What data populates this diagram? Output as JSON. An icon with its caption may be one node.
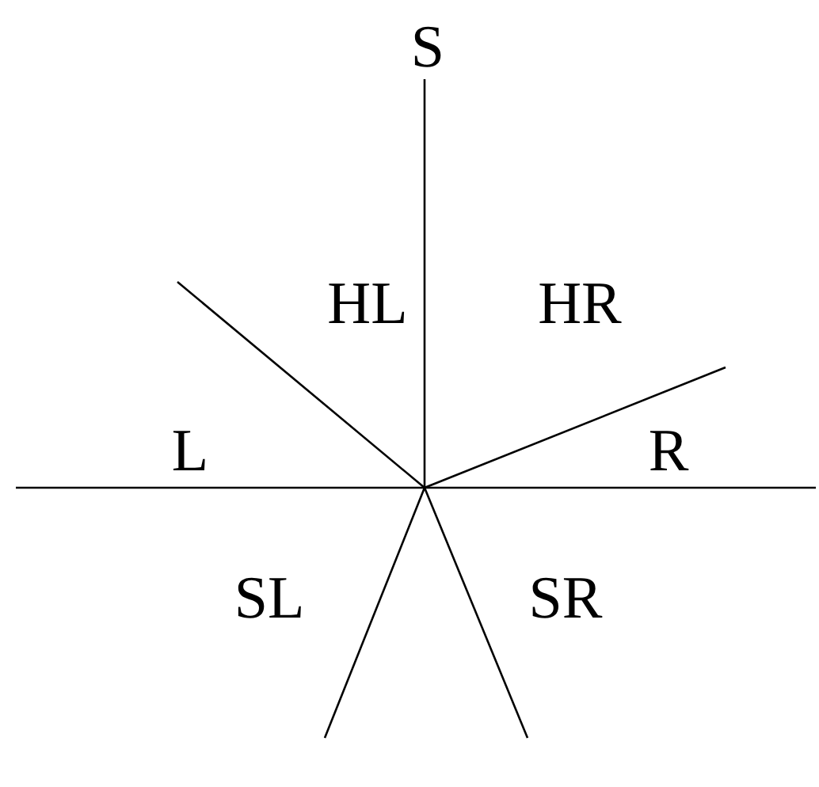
{
  "diagram": {
    "labels": [
      "S",
      "HL",
      "HR",
      "L",
      "R",
      "SL",
      "SR"
    ]
  }
}
